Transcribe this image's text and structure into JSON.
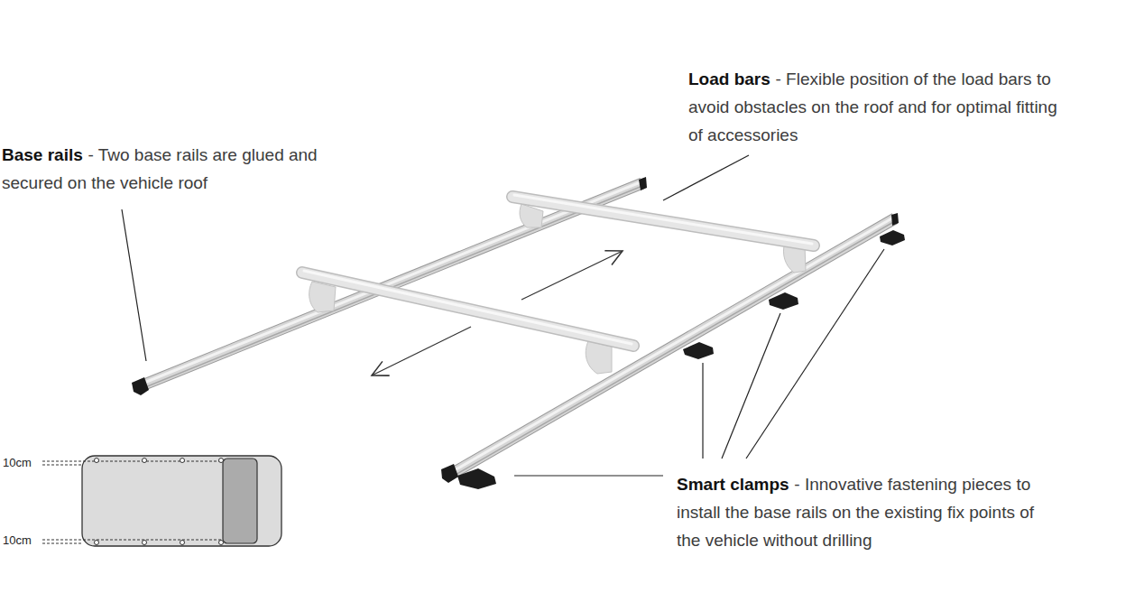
{
  "diagram": {
    "labels": [
      "Load bars",
      "- Flexible position of the load bars to avoid obstacles on the roof and for optimal fitting of accessories",
      "Base rails",
      "- Two base rails are glued and secured on the vehicle roof",
      "10cm",
      "10cm",
      "Smart clamps",
      "- Innovative fastening pieces to install the base rails on the existing fix points of the vehicle without drilling"
    ]
  }
}
